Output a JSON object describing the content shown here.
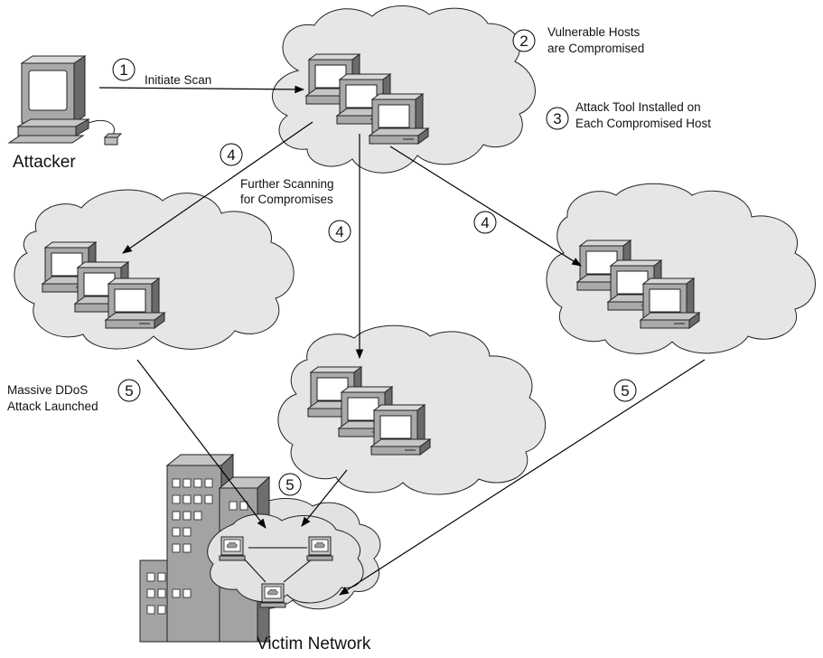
{
  "labels": {
    "attacker": "Attacker",
    "victim_network": "Victim Network",
    "initiate_scan": "Initiate Scan",
    "vulnerable_1": "Vulnerable Hosts",
    "vulnerable_2": "are Compromised",
    "tool_1": "Attack Tool Installed on",
    "tool_2": "Each Compromised Host",
    "further_1": "Further Scanning",
    "further_2": "for Compromises",
    "ddos_1": "Massive DDoS",
    "ddos_2": "Attack Launched"
  },
  "steps": {
    "s1": "1",
    "s2": "2",
    "s3": "3",
    "s4a": "4",
    "s4b": "4",
    "s4c": "4",
    "s5a": "5",
    "s5b": "5",
    "s5c": "5"
  }
}
